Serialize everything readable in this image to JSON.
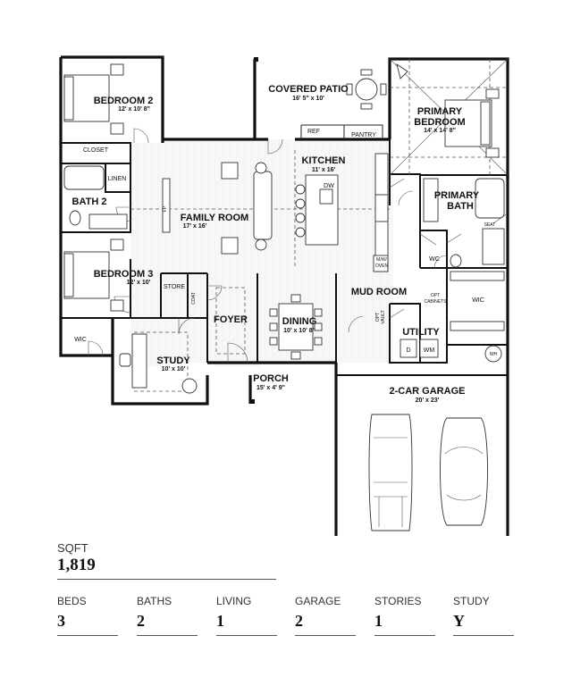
{
  "rooms": {
    "bedroom2": {
      "name": "BEDROOM 2",
      "dim": "12' x 10' 8\""
    },
    "covered_patio": {
      "name": "COVERED PATIO",
      "dim": "16' 5\" x 10'"
    },
    "primary_bedroom": {
      "line1": "PRIMARY",
      "line2": "BEDROOM",
      "dim": "14' x 14' 8\""
    },
    "kitchen": {
      "name": "KITCHEN",
      "dim": "11' x 16'"
    },
    "bath2": {
      "name": "BATH 2"
    },
    "family_room": {
      "name": "FAMILY ROOM",
      "dim": "17' x 16'"
    },
    "primary_bath": {
      "line1": "PRIMARY",
      "line2": "BATH"
    },
    "bedroom3": {
      "name": "BEDROOM 3",
      "dim": "12' x 10'"
    },
    "foyer": {
      "name": "FOYER"
    },
    "dining": {
      "name": "DINING",
      "dim": "10' x 10' 8\""
    },
    "mud_room": {
      "name": "MUD ROOM"
    },
    "utility": {
      "name": "UTILITY"
    },
    "study": {
      "name": "STUDY",
      "dim": "10' x 10'"
    },
    "porch": {
      "name": "PORCH",
      "dim": "15' x 4' 9\""
    },
    "garage": {
      "name": "2-CAR GARAGE",
      "dim": "20' x 23'"
    }
  },
  "labels": {
    "closet": "CLOSET",
    "linen": "LINEN",
    "ref": "REF",
    "pantry": "PANTRY",
    "dw": "DW",
    "fp": "FP",
    "seat": "SEAT",
    "wc_bath": "WC",
    "wic_primary": "WIC",
    "mw_line1": "M/W/",
    "mw_line2": "OVEN",
    "store": "STORE",
    "coat": "COAT",
    "opt_line1": "OPT",
    "opt_line2": "CABINETS",
    "opt_vault": "OPT",
    "vault": "VAULT",
    "dryer": "D",
    "washer": "WM",
    "wic_bed3": "WIC",
    "water_heater": "WH"
  },
  "summary": {
    "sqft_label": "SQFT",
    "sqft_value": "1,819",
    "stats": [
      {
        "label": "BEDS",
        "value": "3"
      },
      {
        "label": "BATHS",
        "value": "2"
      },
      {
        "label": "LIVING",
        "value": "1"
      },
      {
        "label": "GARAGE",
        "value": "2"
      },
      {
        "label": "STORIES",
        "value": "1"
      },
      {
        "label": "STUDY",
        "value": "Y"
      }
    ]
  }
}
